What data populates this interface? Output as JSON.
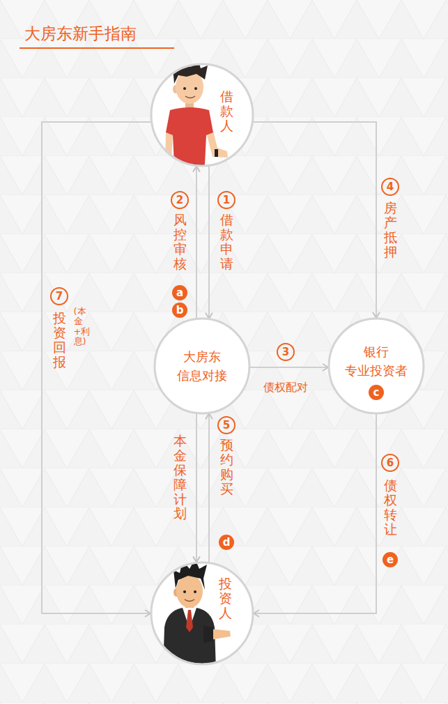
{
  "diagram": {
    "title": "大房东新手指南",
    "nodes": [
      {
        "text": [
          "借款人"
        ]
      },
      {
        "text": [
          "大房东 信息对接"
        ]
      },
      {
        "text": [
          "银行 专业投资者"
        ]
      },
      {
        "text": [
          "投资人"
        ]
      }
    ],
    "edges": [
      {
        "from": 0,
        "to": 1,
        "label": "借款申请",
        "arrow": "to"
      },
      {
        "from": 1,
        "to": 0,
        "label": "风控审核",
        "arrow": "to"
      },
      {
        "from": 1,
        "to": 2,
        "label": "债权配对",
        "arrow": "to"
      },
      {
        "from": 0,
        "to": 2,
        "label": "房产抵押",
        "arrow": "to"
      },
      {
        "from": 3,
        "to": 1,
        "label": "预约购买",
        "arrow": "to"
      },
      {
        "from": 1,
        "to": 3,
        "label": "本金保障计划",
        "arrow": "to"
      },
      {
        "from": 2,
        "to": 3,
        "label": "债权转让",
        "arrow": "to"
      },
      {
        "from": 0,
        "to": 3,
        "label": "投资回报",
        "arrow": "to"
      }
    ],
    "labels": [
      "1",
      "2",
      "a",
      "b",
      "3",
      "c",
      "4",
      "5",
      "d",
      "6",
      "e",
      "7",
      "(本金+利息)"
    ]
  }
}
